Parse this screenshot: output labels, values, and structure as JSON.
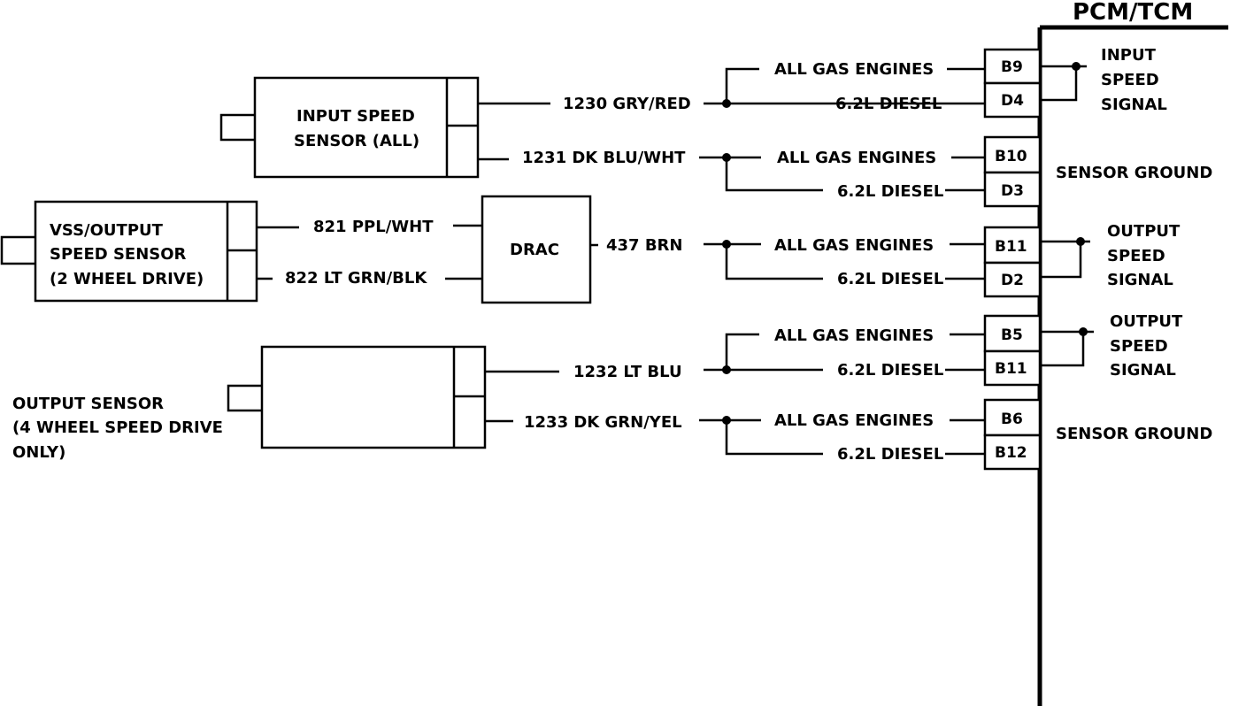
{
  "pcm": {
    "title": "PCM/TCM"
  },
  "components": {
    "input_speed_sensor": {
      "line1": "INPUT SPEED",
      "line2": "SENSOR (ALL)"
    },
    "vss_sensor": {
      "line1": "VSS/OUTPUT",
      "line2": "SPEED SENSOR",
      "line3": "(2 WHEEL DRIVE)"
    },
    "drac": {
      "label": "DRAC"
    },
    "output_sensor": {
      "line1": "OUTPUT SENSOR",
      "line2": "(4 WHEEL SPEED DRIVE",
      "line3": "ONLY)"
    }
  },
  "wires": {
    "w1230": "1230 GRY/RED",
    "w1231": "1231 DK BLU/WHT",
    "w821": "821 PPL/WHT",
    "w822": "822 LT GRN/BLK",
    "w437": "437 BRN",
    "w1232": "1232 LT BLU",
    "w1233": "1233 DK GRN/YEL"
  },
  "engine_labels": {
    "gas": "ALL GAS ENGINES",
    "diesel": "6.2L DIESEL"
  },
  "pins": [
    "B9",
    "D4",
    "B10",
    "D3",
    "B11",
    "D2",
    "B5",
    "B11",
    "B6",
    "B12"
  ],
  "signals": {
    "input_speed": [
      "INPUT",
      "SPEED",
      "SIGNAL"
    ],
    "sensor_ground_1": "SENSOR GROUND",
    "output_speed_1": [
      "OUTPUT",
      "SPEED",
      "SIGNAL"
    ],
    "output_speed_2": [
      "OUTPUT",
      "SPEED",
      "SIGNAL"
    ],
    "sensor_ground_2": "SENSOR GROUND"
  }
}
